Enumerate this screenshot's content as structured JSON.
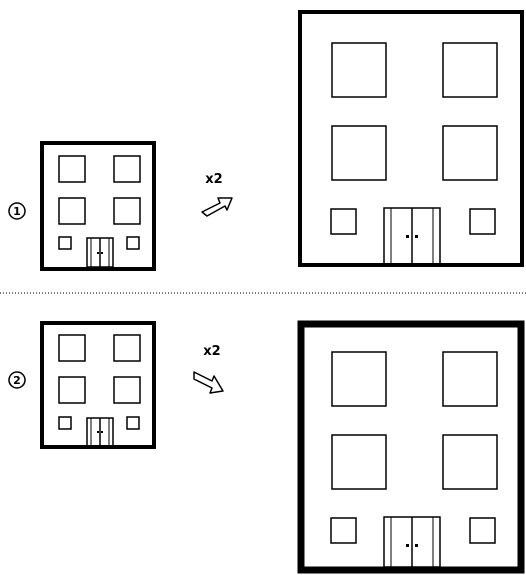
{
  "examples": [
    {
      "number": "1",
      "scale_label": "x2"
    },
    {
      "number": "2",
      "scale_label": "x2"
    }
  ],
  "colors": {
    "ink": "#000000",
    "background": "#ffffff"
  },
  "icons": {
    "arrow": "arrow-right-icon"
  }
}
